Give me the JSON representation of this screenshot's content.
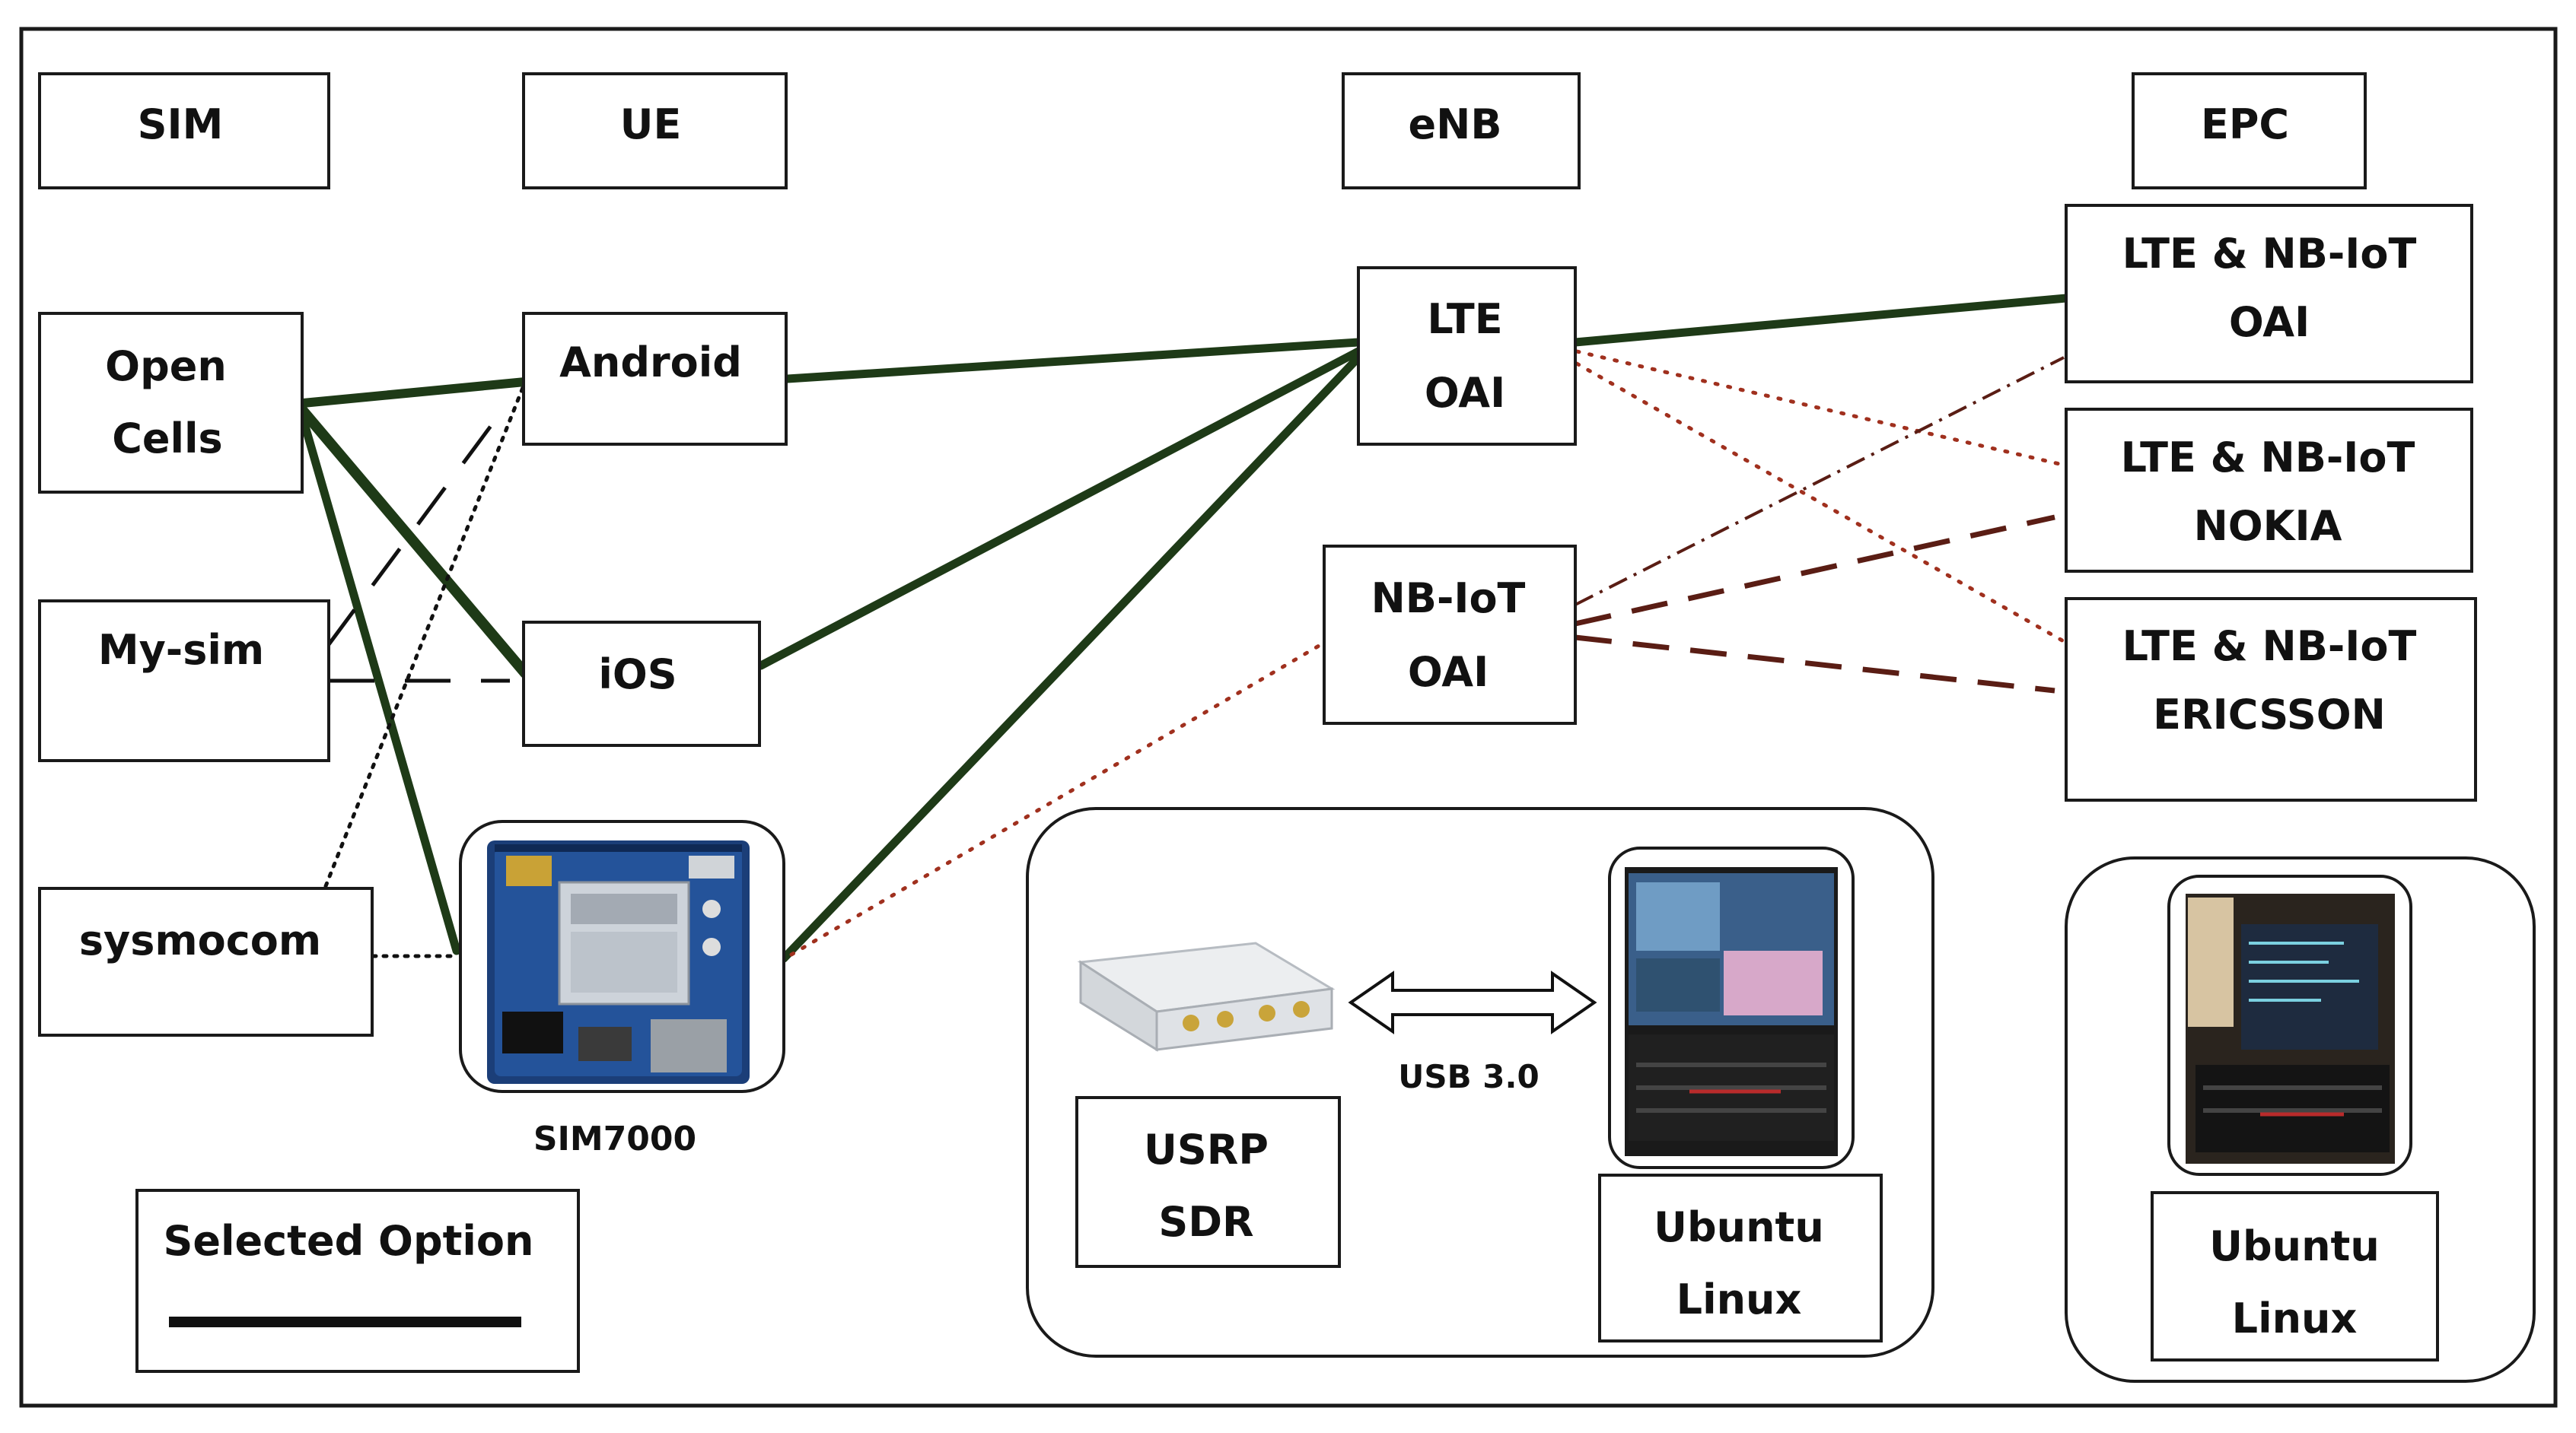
{
  "columns": {
    "sim": "SIM",
    "ue": "UE",
    "enb": "eNB",
    "epc": "EPC"
  },
  "sim_nodes": {
    "open_cells": [
      "Open",
      "Cells"
    ],
    "my_sim": "My-sim",
    "sysmocom": "sysmocom"
  },
  "ue_nodes": {
    "android": "Android",
    "ios": "iOS",
    "sim7000": "SIM7000"
  },
  "enb_nodes": {
    "lte_oai": [
      "LTE",
      "OAI"
    ],
    "nbiot_oai": [
      "NB-IoT",
      "OAI"
    ]
  },
  "epc_nodes": {
    "oai": [
      "LTE & NB-IoT",
      "OAI"
    ],
    "nokia": [
      "LTE & NB-IoT",
      "NOKIA"
    ],
    "ericsson": [
      "LTE & NB-IoT",
      "ERICSSON"
    ]
  },
  "hardware": {
    "usrp": [
      "USRP",
      "SDR"
    ],
    "usb": "USB 3.0",
    "ubuntu_enb": [
      "Ubuntu",
      "Linux"
    ],
    "ubuntu_epc": [
      "Ubuntu",
      "Linux"
    ]
  },
  "legend": {
    "title": "Selected Option"
  },
  "colors": {
    "selected_line": "#1e3a17",
    "alt_line": "#5a1d14",
    "alt_dotted": "#a0301e"
  }
}
